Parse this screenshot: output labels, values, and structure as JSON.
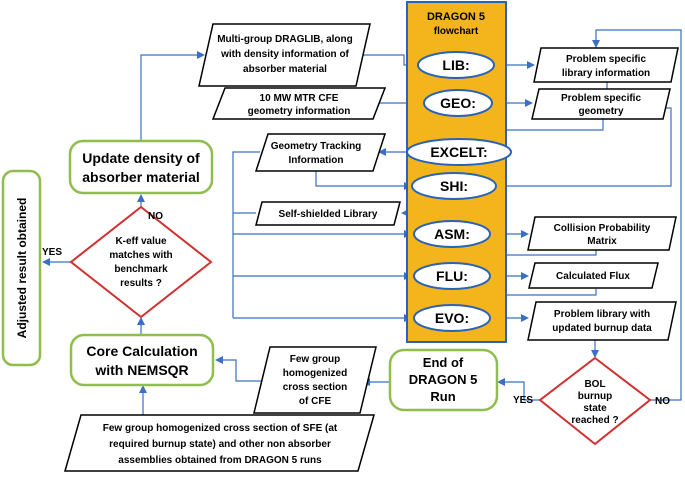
{
  "colors": {
    "panel_fill": "#f4b51c",
    "panel_stroke": "#2a62b4",
    "connector": "#3a6fc4",
    "decision_stroke": "#d22f2f",
    "terminal_stroke": "#8fbd4e"
  },
  "panel": {
    "title_line1": "DRAGON 5",
    "title_line2": "flowchart"
  },
  "modules": {
    "lib": "LIB:",
    "geo": "GEO:",
    "excelt": "EXCELT:",
    "shi": "SHI:",
    "asm": "ASM:",
    "flu": "FLU:",
    "evo": "EVO:"
  },
  "inputs": {
    "draglib": [
      "Multi-group DRAGLIB, along",
      "with density information of",
      "absorber material"
    ],
    "mtr": [
      "10 MW MTR CFE",
      "geometry  information"
    ],
    "tracking": [
      "Geometry Tracking",
      "Information"
    ],
    "selfshield": [
      "Self-shielded Library"
    ]
  },
  "outputs": {
    "problem_lib": [
      "Problem specific",
      "library information"
    ],
    "problem_geo": [
      "Problem specific",
      "geometry"
    ],
    "collision": [
      "Collision Probability",
      "Matrix"
    ],
    "flux": [
      "Calculated Flux"
    ],
    "burnup": [
      "Problem library with",
      "updated burnup data"
    ]
  },
  "decision_bol": [
    "BOL",
    "burnup",
    "state",
    "reached ?"
  ],
  "end_run": [
    "End of",
    "DRAGON 5",
    "Run"
  ],
  "few_group": [
    "Few group",
    "homogenized",
    "cross section",
    "of CFE"
  ],
  "few_group_sfe": [
    "Few group homogenized cross section of SFE (at",
    "required burnup state) and other non absorber",
    "assemblies obtained from DRAGON 5 runs"
  ],
  "core_calc": [
    "Core Calculation",
    "with NEMSQR"
  ],
  "decision_keff": [
    "K-eff value",
    "matches with",
    "benchmark",
    "results ?"
  ],
  "update_density": [
    "Update density of",
    "absorber material"
  ],
  "adjusted": "Adjusted result obtained",
  "labels": {
    "yes": "YES",
    "no": "NO"
  }
}
